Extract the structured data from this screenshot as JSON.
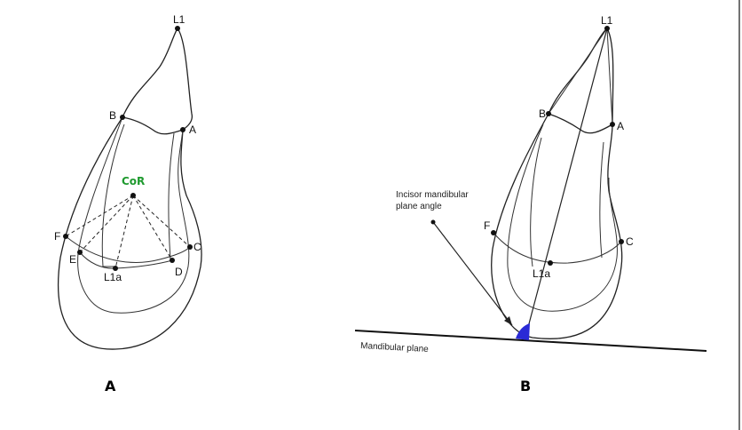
{
  "panel_a": {
    "label": "A",
    "points": {
      "l1": "L1",
      "b": "B",
      "a": "A",
      "cor": "CoR",
      "f": "F",
      "c": "C",
      "e": "E",
      "d": "D",
      "l1a": "L1a"
    },
    "cor_color": "#1f9a2f"
  },
  "panel_b": {
    "label": "B",
    "points": {
      "l1": "L1",
      "b": "B",
      "a": "A",
      "f": "F",
      "c": "C",
      "l1a": "L1a"
    },
    "angle_label_line1": "Incisor mandibular",
    "angle_label_line2": "plane angle",
    "plane_label": "Mandibular plane",
    "angle_color": "#2a2ad6"
  }
}
